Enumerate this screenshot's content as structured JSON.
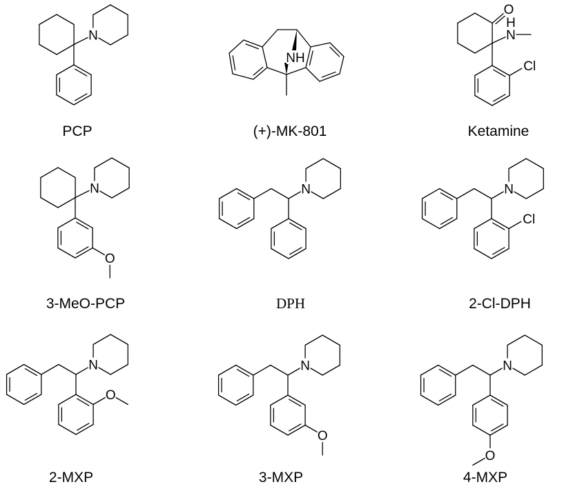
{
  "molecules": [
    {
      "id": "pcp",
      "label": "PCP"
    },
    {
      "id": "mk801",
      "label": "(+)-MK-801"
    },
    {
      "id": "ketamine",
      "label": "Ketamine"
    },
    {
      "id": "3-meo-pcp",
      "label": "3-MeO-PCP"
    },
    {
      "id": "dph",
      "label": "DPH"
    },
    {
      "id": "2-cl-dph",
      "label": "2-Cl-DPH"
    },
    {
      "id": "2-mxp",
      "label": "2-MXP"
    },
    {
      "id": "3-mxp",
      "label": "3-MXP"
    },
    {
      "id": "4-mxp",
      "label": "4-MXP"
    }
  ],
  "atom_labels": {
    "N": "N",
    "NH": "NH",
    "O": "O",
    "H": "H",
    "Cl": "Cl"
  }
}
